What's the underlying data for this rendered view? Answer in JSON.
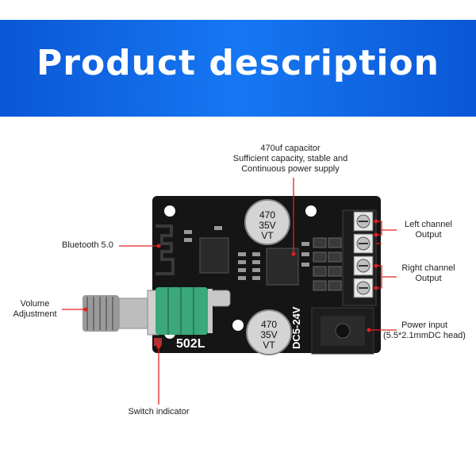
{
  "banner": {
    "title": "Product description"
  },
  "board": {
    "model": "502L",
    "voltage": "DC5-24V",
    "capacitor_marking": [
      "470",
      "35V",
      "VT"
    ]
  },
  "callouts": {
    "capacitor": [
      "470uf capacitor",
      "Sufficient capacity, stable and",
      "Continuous power supply"
    ],
    "bluetooth": "Bluetooth 5.0",
    "volume": [
      "Volume",
      "Adjustment"
    ],
    "left_channel": [
      "Left channel",
      "Output"
    ],
    "right_channel": [
      "Right channel",
      "Output"
    ],
    "power_input": [
      "Power input",
      "(5.5*2.1mmDC head)"
    ],
    "switch_indicator": "Switch indicator"
  },
  "colors": {
    "banner": "#1677f2",
    "callout_line": "#e02020",
    "board": "#151515"
  }
}
